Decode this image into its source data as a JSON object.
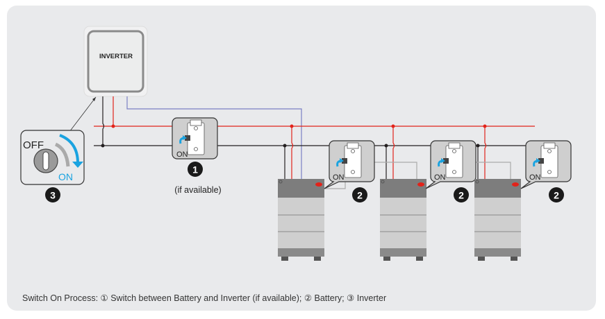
{
  "inverter": {
    "label": "INVERTER"
  },
  "key_switch": {
    "off_label": "OFF",
    "on_label": "ON",
    "step": "3"
  },
  "switch_1": {
    "on_label": "ON",
    "step": "1",
    "note": "(if available)"
  },
  "battery_switches": [
    {
      "on_label": "ON",
      "step": "2"
    },
    {
      "on_label": "ON",
      "step": "2"
    },
    {
      "on_label": "ON",
      "step": "2"
    }
  ],
  "caption": "Switch On Process: ① Switch between Battery and Inverter (if available); ② Battery; ③ Inverter",
  "colors": {
    "background": "#e9eaec",
    "ac_red": "#e2231a",
    "ac_black": "#231f20",
    "comm_blue": "#7b7fc4",
    "accent_blue": "#1aa3e0",
    "battery_dark": "#7d7d7d",
    "battery_light": "#cfcfcf"
  }
}
